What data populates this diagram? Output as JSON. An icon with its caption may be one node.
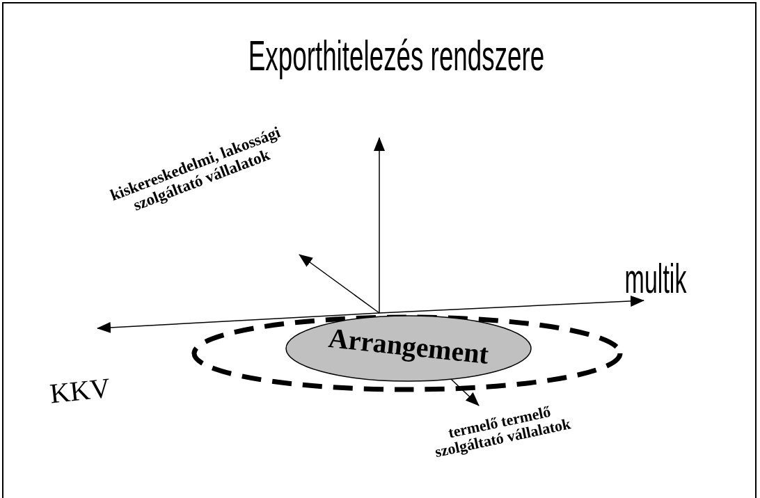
{
  "diagram": {
    "title": "Exporthitelezés rendszere",
    "nodes": [
      {
        "text": [],
        "shape": "circle"
      },
      {
        "text": [
          "Arrangement"
        ],
        "in": 0
      }
    ],
    "labels": [
      "kiskereskedelmi, lakossági szolgáltató vállalatok",
      "multik",
      "KKV",
      "termelő termelő szolgáltató vállalatok"
    ]
  }
}
